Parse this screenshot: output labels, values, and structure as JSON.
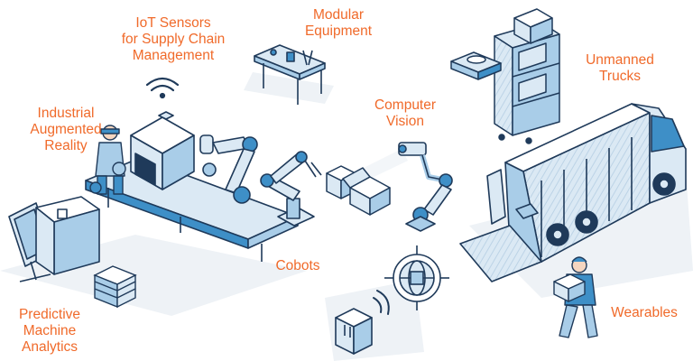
{
  "colors": {
    "accent": "#f06a2a",
    "outline": "#1f3a5a",
    "fill_light": "#dbe9f4",
    "fill_mid": "#a9cde8",
    "fill_dark": "#3e8fc7",
    "shadow": "#eef2f6"
  },
  "labels": {
    "iot_sensors": [
      "IoT Sensors",
      "for Supply Chain",
      "Management"
    ],
    "modular_equipment": [
      "Modular",
      "Equipment"
    ],
    "unmanned_trucks": [
      "Unmanned",
      "Trucks"
    ],
    "industrial_ar": [
      "Industrial",
      "Augmented",
      "Reality"
    ],
    "computer_vision": [
      "Computer",
      "Vision"
    ],
    "cobots": [
      "Cobots"
    ],
    "predictive_analytics": [
      "Predictive",
      "Machine",
      "Analytics"
    ],
    "wearables": [
      "Wearables"
    ]
  },
  "icons": {
    "wifi": "wifi-signal-icon",
    "target": "target-globe-icon",
    "box": "package-box-icon"
  }
}
